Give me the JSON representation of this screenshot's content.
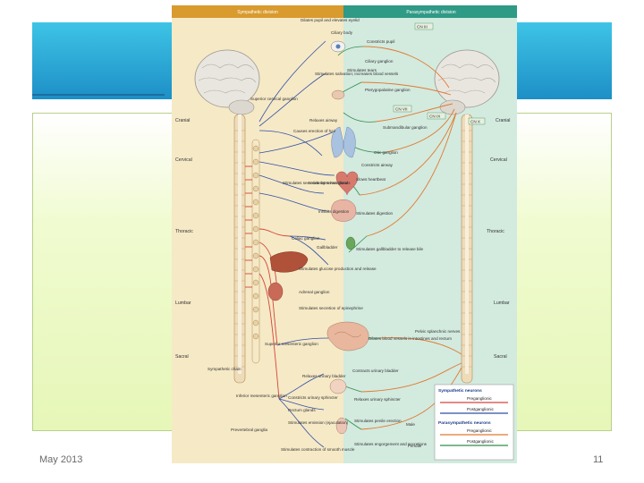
{
  "slide": {
    "title": "",
    "footer_date": "May 2013",
    "page_number": "11",
    "accent_color": "#2ba9dd",
    "content_bg": "#eaf8c0"
  },
  "figure": {
    "sympathetic_header": "Sympathetic division",
    "parasympathetic_header": "Parasympathetic division",
    "levels_left": [
      "Cranial",
      "Cervical",
      "Thoracic",
      "Lumbar",
      "Sacral"
    ],
    "levels_right": [
      "Cranial",
      "Cervical",
      "Thoracic",
      "Lumbar",
      "Sacral"
    ],
    "cranial_nerves": [
      "CN III",
      "CN VII",
      "CN IX",
      "CN X"
    ],
    "sympathetic_labels": [
      "Dilates pupil and elevates eyelid",
      "Ciliary body",
      "Stimulates salivation; increases blood vessels",
      "Superior cervical ganglion",
      "Relaxes airway",
      "Causes erection of hair",
      "Stimulates secretion by sweat glands",
      "Accelerates heartbeat",
      "Inhibits digestion",
      "Celiac ganglion",
      "Gallbladder",
      "Stimulates glucose production and release",
      "Adrenal ganglion",
      "Stimulates secretion of epinephrine",
      "Superior mesenteric ganglion",
      "Sympathetic chain",
      "Relaxes urinary bladder",
      "Inferior mesenteric ganglion",
      "Prevertebral ganglia",
      "Rectum glands",
      "Constricts urinary sphincter",
      "Stimulates emission (ejaculation)",
      "Stimulates contraction of smooth muscle"
    ],
    "parasympathetic_labels": [
      "Constricts pupil",
      "Ciliary ganglion",
      "Stimulates tears",
      "Pterygopalatine ganglion",
      "Submandibular ganglion",
      "Otic ganglion",
      "Constricts airway",
      "Slows heartbeat",
      "Stimulates digestion",
      "Stimulates gallbladder to release bile",
      "Pelvic splanchnic nerves",
      "Dilates blood vessels in intestines and rectum",
      "Contracts urinary bladder",
      "Relaxes urinary sphincter",
      "Stimulates penile erection",
      "Male",
      "Stimulates engorgement and secretions",
      "Female"
    ],
    "legend": {
      "sym_title": "Sympathetic neurons",
      "sym_pre": "Preganglionic",
      "sym_post": "Postganglionic",
      "para_title": "Parasympathetic neurons",
      "para_pre": "Preganglionic",
      "para_post": "Postganglionic"
    },
    "colors": {
      "sym_pre": "#d4463a",
      "sym_post": "#2f4fa8",
      "para_pre": "#e07a2e",
      "para_post": "#2f8f4a",
      "sym_bg": "#f6e9c6",
      "para_bg": "#d3eadf",
      "sym_header": "#d99a2e",
      "para_header": "#2f9a86"
    }
  }
}
